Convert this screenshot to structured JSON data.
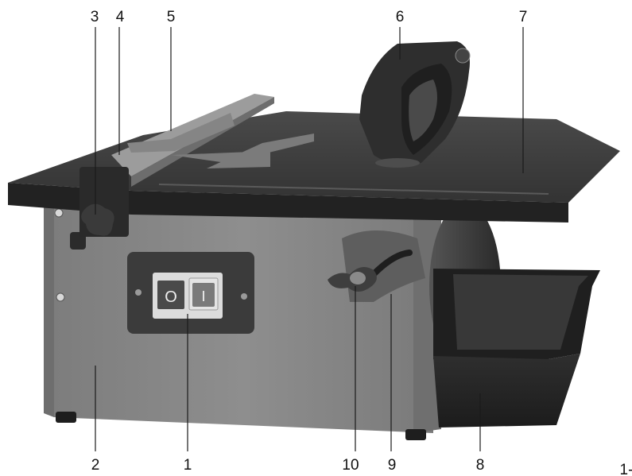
{
  "figure": {
    "colors": {
      "body": "#8a8a8a",
      "table_top": "#3a3a3a",
      "guard": "#2e2e2e",
      "tray": "#262626",
      "switch_panel": "#3b3b3b"
    },
    "callouts": {
      "c1": "1",
      "c2": "2",
      "c3": "3",
      "c4": "4",
      "c5": "5",
      "c6": "6",
      "c7": "7",
      "c8": "8",
      "c9": "9",
      "c10": "10"
    },
    "switch": {
      "off_symbol": "O",
      "on_symbol": "I"
    },
    "corner_text": "1-"
  }
}
